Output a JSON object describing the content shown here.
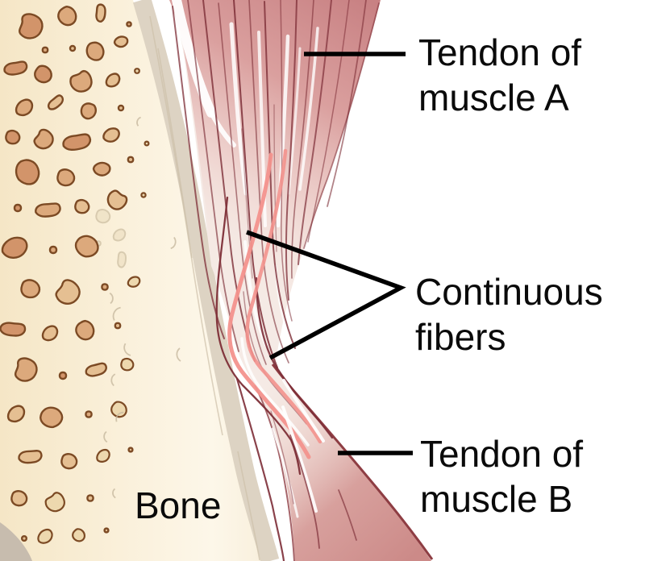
{
  "figure": {
    "labels": {
      "tendon_a": {
        "line1": "Tendon of",
        "line2": "muscle A"
      },
      "continuous": {
        "line1": "Continuous",
        "line2": "fibers"
      },
      "tendon_b": {
        "line1": "Tendon of",
        "line2": "muscle B"
      },
      "bone": {
        "text": "Bone"
      }
    },
    "palette": {
      "background": "#ffffff",
      "label_text": "#0a0a0a",
      "leader_line": "#000000",
      "bone_fill": "#f5e6c6",
      "bone_fill_light": "#fdf7e9",
      "spot_outline": "#7c4a24",
      "spot_fill_dark": "#d2946a",
      "spot_fill_mid": "#dca97c",
      "spot_fill_light": "#e5bf92",
      "spot_fill_pale": "#edd8ae",
      "periosteum": "#dbd1c0",
      "corner_shadow": "#c7bcae",
      "tendon_light": "#f5eae5",
      "tendon_dark_a": "#c88183",
      "tendon_dark_b": "#cc8a88",
      "tendon_edge": "#8e3d43",
      "fiber_maroon": "#7d2e37",
      "fiber_salmon": "#f3928d"
    }
  }
}
